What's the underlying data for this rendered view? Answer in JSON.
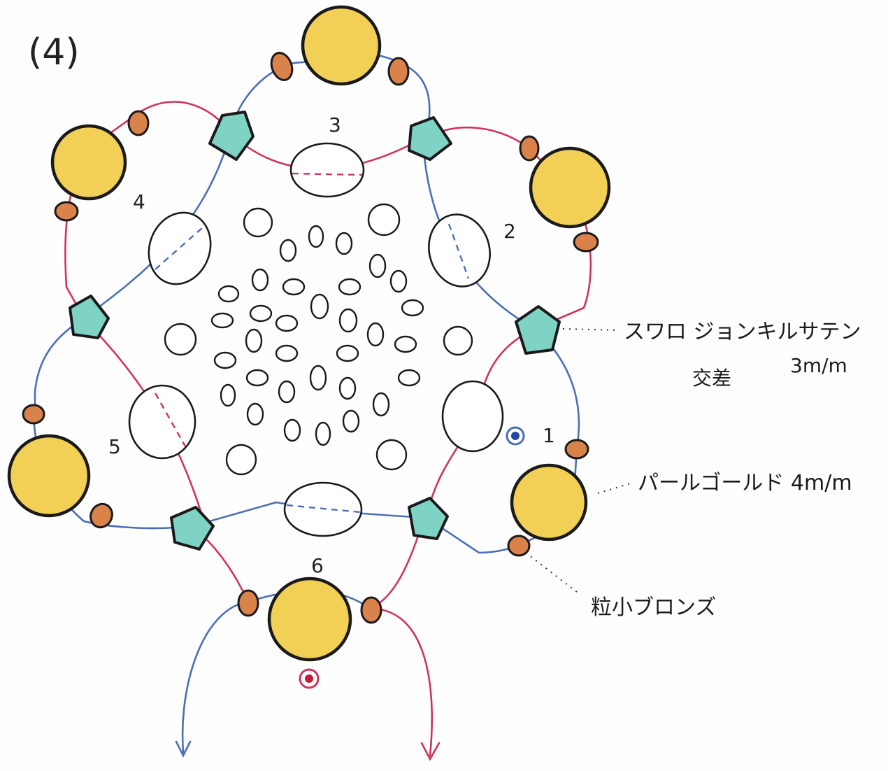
{
  "step_label": "(4)",
  "position_labels": [
    "1",
    "2",
    "3",
    "4",
    "5",
    "6"
  ],
  "callouts": {
    "crystal": {
      "line1": "スワロ ジョンキルサテン",
      "line2": "交差",
      "size": "3m/m"
    },
    "pearl": {
      "text": "パールゴールド 4m/m"
    },
    "seed": {
      "text": "粒小ブロンズ"
    }
  },
  "colors": {
    "thread_blue": "#4a6fb5",
    "thread_red": "#d0345a",
    "pearl_fill": "#f2cf55",
    "crystal_fill": "#7fd3c4",
    "seed_fill": "#d9824a",
    "outline": "#1a1a1a"
  },
  "markers": {
    "start_blue": "blue-dot",
    "start_red": "red-dot"
  }
}
